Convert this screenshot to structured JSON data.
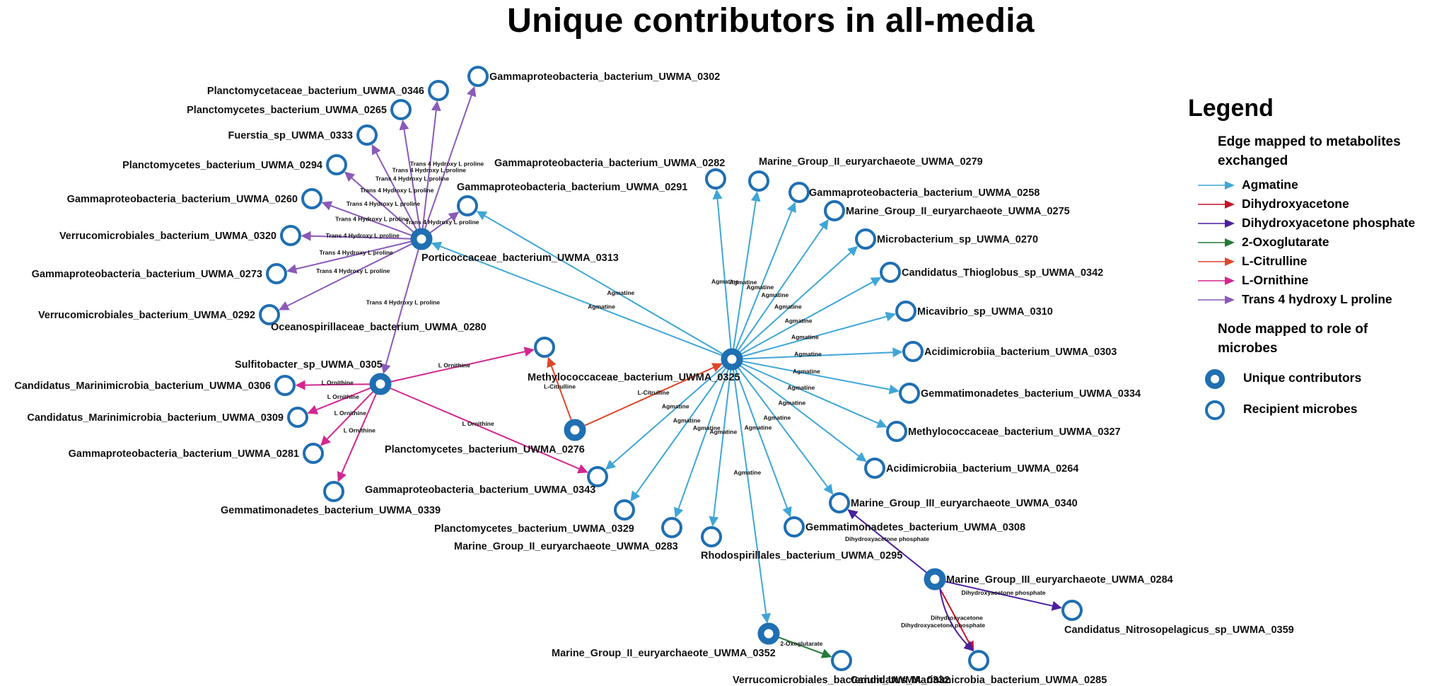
{
  "title": "Unique contributors in all-media",
  "colors": {
    "node_stroke": "#1f6fb2",
    "Agmatine": "#3fa6d6",
    "Dihydroxyacetone": "#c4122a",
    "Dihydroxyacetone phosphate": "#4a1f9e",
    "2-Oxoglutarate": "#237a36",
    "L-Citrulline": "#e0462a",
    "L-Ornithine": "#d4268f",
    "Trans 4 hydroxy L proline": "#8a5ab8"
  },
  "legend": {
    "title": "Legend",
    "edge_heading": "Edge mapped to metabolites exchanged",
    "edge_items": [
      {
        "label": "Agmatine",
        "color": "#3fa6d6"
      },
      {
        "label": "Dihydroxyacetone",
        "color": "#c4122a"
      },
      {
        "label": "Dihydroxyacetone phosphate",
        "color": "#4a1f9e"
      },
      {
        "label": "2-Oxoglutarate",
        "color": "#237a36"
      },
      {
        "label": "L-Citrulline",
        "color": "#e0462a"
      },
      {
        "label": "L-Ornithine",
        "color": "#d4268f"
      },
      {
        "label": "Trans 4 hydroxy L proline",
        "color": "#8a5ab8"
      }
    ],
    "node_heading": "Node mapped to role of microbes",
    "node_items": [
      {
        "label": "Unique contributors",
        "type": "contributor"
      },
      {
        "label": "Recipient microbes",
        "type": "recipient"
      }
    ]
  },
  "nodes": [
    {
      "id": "n0325",
      "label": "Methylococcaceae_bacterium_UWMA_0325",
      "type": "contributor"
    },
    {
      "id": "n0313",
      "label": "Porticoccaceae_bacterium_UWMA_0313",
      "type": "contributor"
    },
    {
      "id": "n0305",
      "label": "Sulfitobacter_sp_UWMA_0305",
      "type": "contributor"
    },
    {
      "id": "n0276",
      "label": "Planctomycetes_bacterium_UWMA_0276",
      "type": "contributor"
    },
    {
      "id": "n0284",
      "label": "Marine_Group_III_euryarchaeote_UWMA_0284",
      "type": "contributor"
    },
    {
      "id": "n0352",
      "label": "Marine_Group_II_euryarchaeote_UWMA_0352",
      "type": "contributor"
    },
    {
      "id": "n0302",
      "label": "Gammaproteobacteria_bacterium_UWMA_0302",
      "type": "recipient"
    },
    {
      "id": "n0346",
      "label": "Planctomycetaceae_bacterium_UWMA_0346",
      "type": "recipient"
    },
    {
      "id": "n0265",
      "label": "Planctomycetes_bacterium_UWMA_0265",
      "type": "recipient"
    },
    {
      "id": "n0333",
      "label": "Fuerstia_sp_UWMA_0333",
      "type": "recipient"
    },
    {
      "id": "n0294",
      "label": "Planctomycetes_bacterium_UWMA_0294",
      "type": "recipient"
    },
    {
      "id": "n0260",
      "label": "Gammaproteobacteria_bacterium_UWMA_0260",
      "type": "recipient"
    },
    {
      "id": "n0320",
      "label": "Verrucomicrobiales_bacterium_UWMA_0320",
      "type": "recipient"
    },
    {
      "id": "n0273",
      "label": "Gammaproteobacteria_bacterium_UWMA_0273",
      "type": "recipient"
    },
    {
      "id": "n0292",
      "label": "Verrucomicrobiales_bacterium_UWMA_0292",
      "type": "recipient"
    },
    {
      "id": "n0291",
      "label": "Gammaproteobacteria_bacterium_UWMA_0291",
      "type": "recipient"
    },
    {
      "id": "n0282",
      "label": "Gammaproteobacteria_bacterium_UWMA_0282",
      "type": "recipient"
    },
    {
      "id": "n0279",
      "label": "Marine_Group_II_euryarchaeote_UWMA_0279",
      "type": "recipient"
    },
    {
      "id": "n0258",
      "label": "Gammaproteobacteria_bacterium_UWMA_0258",
      "type": "recipient"
    },
    {
      "id": "n0275",
      "label": "Marine_Group_II_euryarchaeote_UWMA_0275",
      "type": "recipient"
    },
    {
      "id": "n0270",
      "label": "Microbacterium_sp_UWMA_0270",
      "type": "recipient"
    },
    {
      "id": "n0342",
      "label": "Candidatus_Thioglobus_sp_UWMA_0342",
      "type": "recipient"
    },
    {
      "id": "n0310",
      "label": "Micavibrio_sp_UWMA_0310",
      "type": "recipient"
    },
    {
      "id": "n0303",
      "label": "Acidimicrobiia_bacterium_UWMA_0303",
      "type": "recipient"
    },
    {
      "id": "n0334",
      "label": "Gemmatimonadetes_bacterium_UWMA_0334",
      "type": "recipient"
    },
    {
      "id": "n0327",
      "label": "Methylococcaceae_bacterium_UWMA_0327",
      "type": "recipient"
    },
    {
      "id": "n0264",
      "label": "Acidimicrobiia_bacterium_UWMA_0264",
      "type": "recipient"
    },
    {
      "id": "n0340",
      "label": "Marine_Group_III_euryarchaeote_UWMA_0340",
      "type": "recipient"
    },
    {
      "id": "n0308",
      "label": "Gemmatimonadetes_bacterium_UWMA_0308",
      "type": "recipient"
    },
    {
      "id": "n0295",
      "label": "Rhodospirillales_bacterium_UWMA_0295",
      "type": "recipient"
    },
    {
      "id": "n0283",
      "label": "Marine_Group_II_euryarchaeote_UWMA_0283",
      "type": "recipient"
    },
    {
      "id": "n0329",
      "label": "Planctomycetes_bacterium_UWMA_0329",
      "type": "recipient"
    },
    {
      "id": "n0343",
      "label": "Gammaproteobacteria_bacterium_UWMA_0343",
      "type": "recipient"
    },
    {
      "id": "n0280",
      "label": "Oceanospirillaceae_bacterium_UWMA_0280",
      "type": "recipient"
    },
    {
      "id": "n0306",
      "label": "Candidatus_Marinimicrobia_bacterium_UWMA_0306",
      "type": "recipient"
    },
    {
      "id": "n0309",
      "label": "Candidatus_Marinimicrobia_bacterium_UWMA_0309",
      "type": "recipient"
    },
    {
      "id": "n0281",
      "label": "Gammaproteobacteria_bacterium_UWMA_0281",
      "type": "recipient"
    },
    {
      "id": "n0339",
      "label": "Gemmatimonadetes_bacterium_UWMA_0339",
      "type": "recipient"
    },
    {
      "id": "n0359",
      "label": "Candidatus_Nitrosopelagicus_sp_UWMA_0359",
      "type": "recipient"
    },
    {
      "id": "n0285",
      "label": "Candidatus_Marinimicrobia_bacterium_UWMA_0285",
      "type": "recipient"
    },
    {
      "id": "n0332",
      "label": "Verrucomicrobiales_bacterium_UWMA_0332",
      "type": "recipient"
    }
  ],
  "edges": [
    {
      "from": "n0313",
      "to": "n0302",
      "metabolite": "Trans 4 hydroxy L proline",
      "label": "Trans 4 Hydroxy L proline"
    },
    {
      "from": "n0313",
      "to": "n0346",
      "metabolite": "Trans 4 hydroxy L proline",
      "label": "Trans 4 Hydroxy L proline"
    },
    {
      "from": "n0313",
      "to": "n0265",
      "metabolite": "Trans 4 hydroxy L proline",
      "label": "Trans 4 Hydroxy L proline"
    },
    {
      "from": "n0313",
      "to": "n0333",
      "metabolite": "Trans 4 hydroxy L proline",
      "label": "Trans 4 Hydroxy L proline"
    },
    {
      "from": "n0313",
      "to": "n0294",
      "metabolite": "Trans 4 hydroxy L proline",
      "label": "Trans 4 Hydroxy L proline"
    },
    {
      "from": "n0313",
      "to": "n0260",
      "metabolite": "Trans 4 hydroxy L proline",
      "label": "Trans 4 Hydroxy L proline"
    },
    {
      "from": "n0313",
      "to": "n0320",
      "metabolite": "Trans 4 hydroxy L proline",
      "label": "Trans 4 Hydroxy L proline"
    },
    {
      "from": "n0313",
      "to": "n0273",
      "metabolite": "Trans 4 hydroxy L proline",
      "label": "Trans 4 Hydroxy L proline"
    },
    {
      "from": "n0313",
      "to": "n0292",
      "metabolite": "Trans 4 hydroxy L proline",
      "label": "Trans 4 Hydroxy L proline"
    },
    {
      "from": "n0313",
      "to": "n0291",
      "metabolite": "Trans 4 hydroxy L proline",
      "label": "Trans 4 Hydroxy L proline"
    },
    {
      "from": "n0313",
      "to": "n0305",
      "metabolite": "Trans 4 hydroxy L proline",
      "label": "Trans 4 Hydroxy L proline"
    },
    {
      "from": "n0305",
      "to": "n0306",
      "metabolite": "L-Ornithine",
      "label": "L Ornithine"
    },
    {
      "from": "n0305",
      "to": "n0309",
      "metabolite": "L-Ornithine",
      "label": "L Ornithine"
    },
    {
      "from": "n0305",
      "to": "n0281",
      "metabolite": "L-Ornithine",
      "label": "L Ornithine"
    },
    {
      "from": "n0305",
      "to": "n0339",
      "metabolite": "L-Ornithine",
      "label": "L Ornithine"
    },
    {
      "from": "n0305",
      "to": "n0280",
      "metabolite": "L-Ornithine",
      "label": "L Ornithine"
    },
    {
      "from": "n0305",
      "to": "n0343",
      "metabolite": "L-Ornithine",
      "label": "L Ornithine"
    },
    {
      "from": "n0276",
      "to": "n0280",
      "metabolite": "L-Citrulline",
      "label": "L-Citrulline"
    },
    {
      "from": "n0276",
      "to": "n0325",
      "metabolite": "L-Citrulline",
      "label": "L-Citrulline"
    },
    {
      "from": "n0325",
      "to": "n0313",
      "metabolite": "Agmatine",
      "label": "Agmatine"
    },
    {
      "from": "n0325",
      "to": "n0291",
      "metabolite": "Agmatine",
      "label": "Agmatine"
    },
    {
      "from": "n0325",
      "to": "n0282",
      "metabolite": "Agmatine",
      "label": "Agmatine"
    },
    {
      "from": "n0325",
      "to": "n0279",
      "metabolite": "Agmatine",
      "label": "Agmatine"
    },
    {
      "from": "n0325",
      "to": "n0258",
      "metabolite": "Agmatine",
      "label": "Agmatine"
    },
    {
      "from": "n0325",
      "to": "n0275",
      "metabolite": "Agmatine",
      "label": "Agmatine"
    },
    {
      "from": "n0325",
      "to": "n0270",
      "metabolite": "Agmatine",
      "label": "Agmatine"
    },
    {
      "from": "n0325",
      "to": "n0342",
      "metabolite": "Agmatine",
      "label": "Agmatine"
    },
    {
      "from": "n0325",
      "to": "n0310",
      "metabolite": "Agmatine",
      "label": "Agmatine"
    },
    {
      "from": "n0325",
      "to": "n0303",
      "metabolite": "Agmatine",
      "label": "Agmatine"
    },
    {
      "from": "n0325",
      "to": "n0334",
      "metabolite": "Agmatine",
      "label": "Agmatine"
    },
    {
      "from": "n0325",
      "to": "n0327",
      "metabolite": "Agmatine",
      "label": "Agmatine"
    },
    {
      "from": "n0325",
      "to": "n0264",
      "metabolite": "Agmatine",
      "label": "Agmatine"
    },
    {
      "from": "n0325",
      "to": "n0340",
      "metabolite": "Agmatine",
      "label": "Agmatine"
    },
    {
      "from": "n0325",
      "to": "n0308",
      "metabolite": "Agmatine",
      "label": "Agmatine"
    },
    {
      "from": "n0325",
      "to": "n0295",
      "metabolite": "Agmatine",
      "label": "Agmatine"
    },
    {
      "from": "n0325",
      "to": "n0352",
      "metabolite": "Agmatine",
      "label": "Agmatine"
    },
    {
      "from": "n0325",
      "to": "n0283",
      "metabolite": "Agmatine",
      "label": "Agmatine"
    },
    {
      "from": "n0325",
      "to": "n0329",
      "metabolite": "Agmatine",
      "label": "Agmatine"
    },
    {
      "from": "n0325",
      "to": "n0343",
      "metabolite": "Agmatine",
      "label": "Agmatine"
    },
    {
      "from": "n0284",
      "to": "n0340",
      "metabolite": "Dihydroxyacetone phosphate",
      "label": "Dihydroxyacetone phosphate"
    },
    {
      "from": "n0284",
      "to": "n0359",
      "metabolite": "Dihydroxyacetone phosphate",
      "label": "Dihydroxyacetone phosphate"
    },
    {
      "from": "n0284",
      "to": "n0285",
      "metabolite": "Dihydroxyacetone",
      "label": "Dihydroxyacetone"
    },
    {
      "from": "n0284",
      "to": "n0285",
      "metabolite": "Dihydroxyacetone phosphate",
      "label": "Dihydroxyacetone phosphate"
    },
    {
      "from": "n0352",
      "to": "n0332",
      "metabolite": "2-Oxoglutarate",
      "label": "2-Oxoglutarate"
    }
  ]
}
